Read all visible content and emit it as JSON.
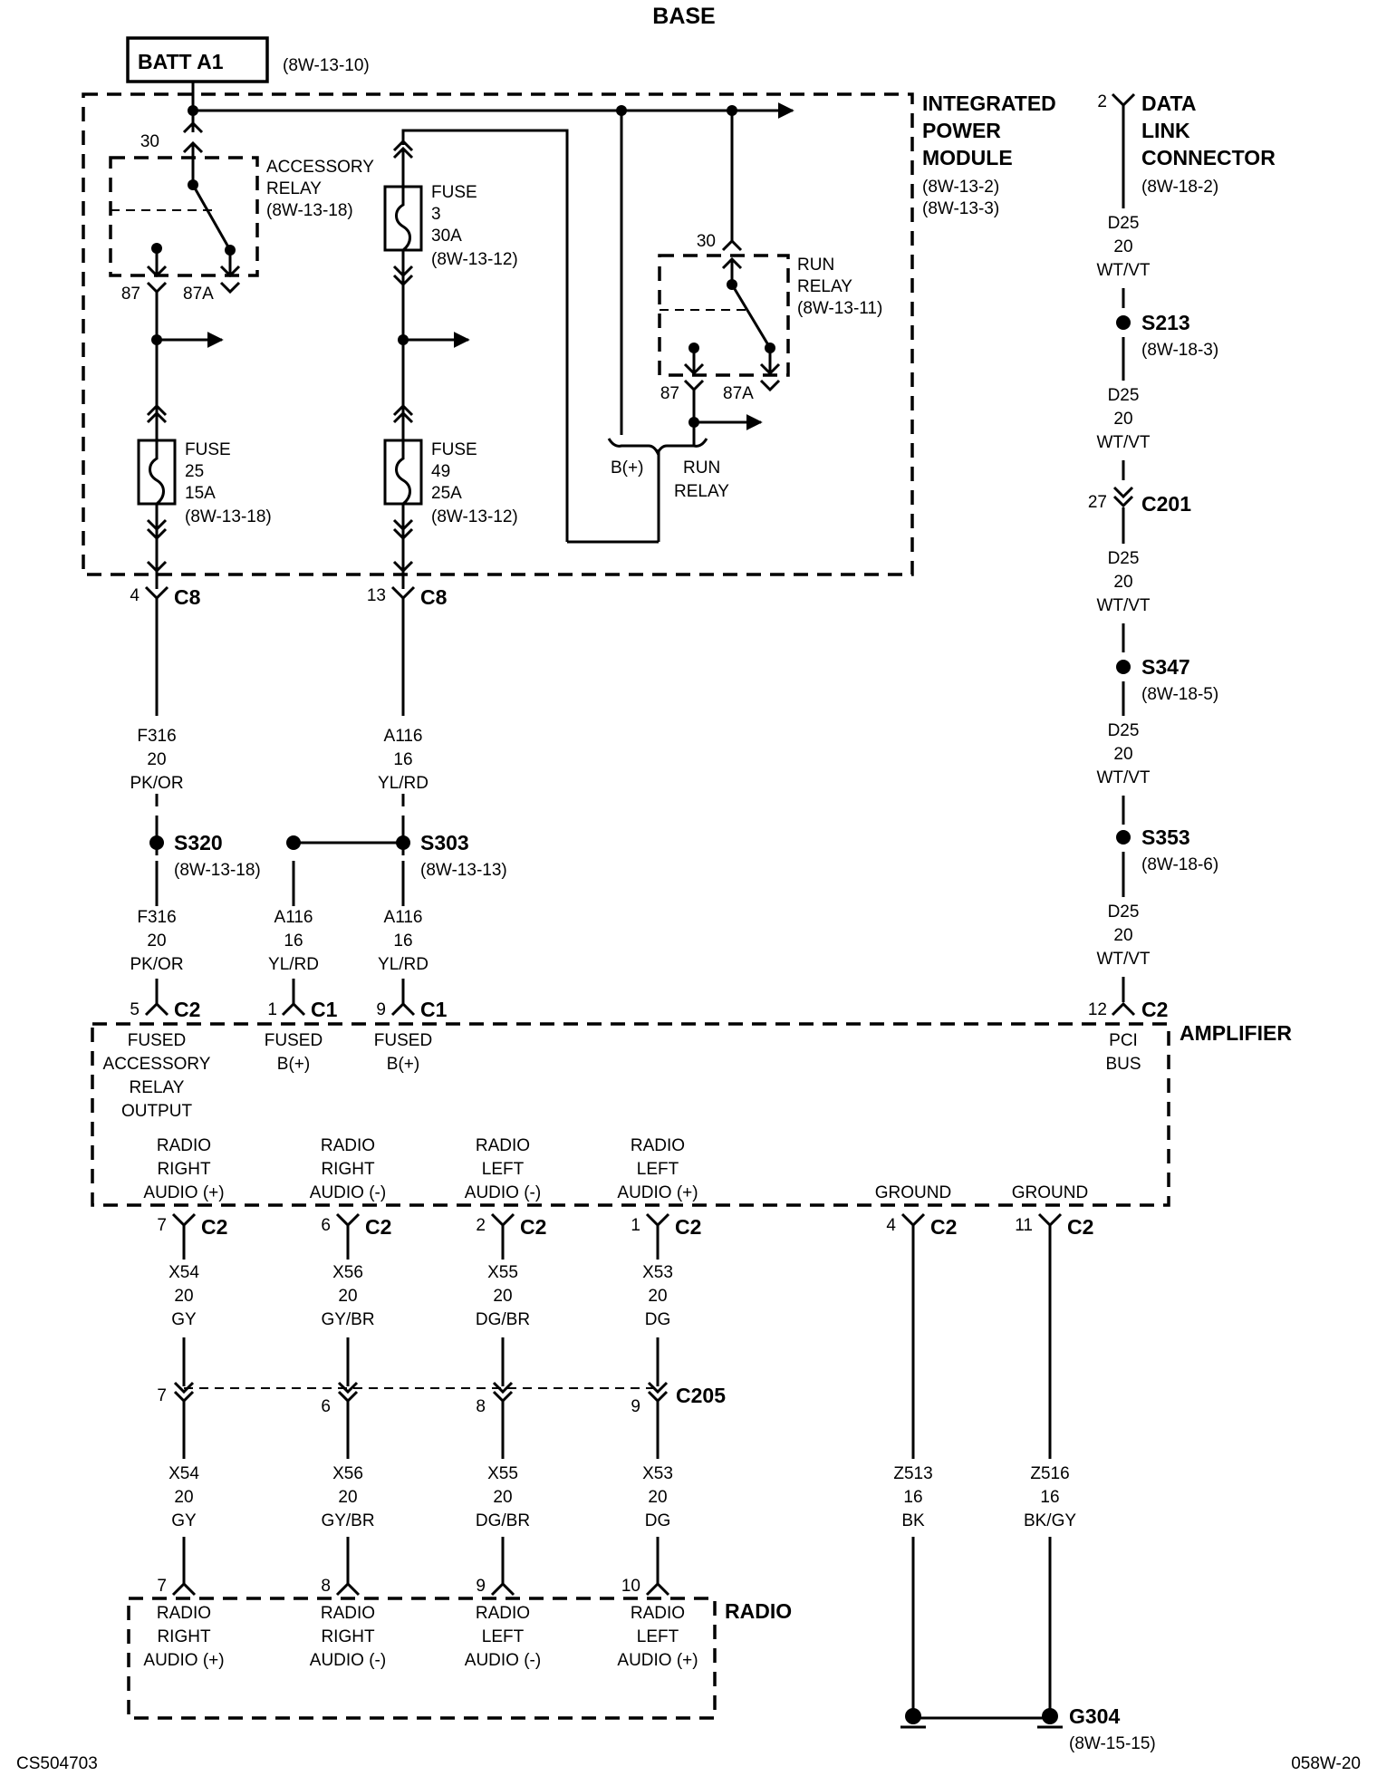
{
  "title": "BASE",
  "footer": {
    "left": "CS504703",
    "right": "058W-20"
  },
  "battery": {
    "label": "BATT A1",
    "ref": "(8W-13-10)"
  },
  "ipm": {
    "name": [
      "INTEGRATED",
      "POWER",
      "MODULE"
    ],
    "refs": [
      "(8W-13-2)",
      "(8W-13-3)"
    ]
  },
  "accessory_relay": {
    "label": [
      "ACCESSORY",
      "RELAY",
      "(8W-13-18)"
    ],
    "pin_in": "30",
    "pin_87": "87",
    "pin_87a": "87A"
  },
  "run_relay": {
    "label": [
      "RUN",
      "RELAY",
      "(8W-13-11)"
    ],
    "pin_in": "30",
    "pin_87": "87",
    "pin_87a": "87A"
  },
  "run_relay_out": {
    "bplus": "B(+)",
    "label": [
      "RUN",
      "RELAY"
    ]
  },
  "fuses": [
    {
      "id": "fuse3",
      "lines": [
        "FUSE",
        "3",
        "30A",
        "(8W-13-12)"
      ]
    },
    {
      "id": "fuse25",
      "lines": [
        "FUSE",
        "25",
        "15A",
        "(8W-13-18)"
      ]
    },
    {
      "id": "fuse49",
      "lines": [
        "FUSE",
        "49",
        "25A",
        "(8W-13-12)"
      ]
    }
  ],
  "c8": [
    {
      "pin": "4",
      "name": "C8"
    },
    {
      "pin": "13",
      "name": "C8"
    }
  ],
  "wires": {
    "f316_a": [
      "F316",
      "20",
      "PK/OR"
    ],
    "a116_a": [
      "A116",
      "16",
      "YL/RD"
    ],
    "f316_b": [
      "F316",
      "20",
      "PK/OR"
    ],
    "a116_b": [
      "A116",
      "16",
      "YL/RD"
    ],
    "a116_c": [
      "A116",
      "16",
      "YL/RD"
    ],
    "d25_1": [
      "D25",
      "20",
      "WT/VT"
    ],
    "d25_2": [
      "D25",
      "20",
      "WT/VT"
    ],
    "d25_3": [
      "D25",
      "20",
      "WT/VT"
    ],
    "d25_4": [
      "D25",
      "20",
      "WT/VT"
    ],
    "d25_5": [
      "D25",
      "20",
      "WT/VT"
    ],
    "x54_a": [
      "X54",
      "20",
      "GY"
    ],
    "x56_a": [
      "X56",
      "20",
      "GY/BR"
    ],
    "x55_a": [
      "X55",
      "20",
      "DG/BR"
    ],
    "x53_a": [
      "X53",
      "20",
      "DG"
    ],
    "x54_b": [
      "X54",
      "20",
      "GY"
    ],
    "x56_b": [
      "X56",
      "20",
      "GY/BR"
    ],
    "x55_b": [
      "X55",
      "20",
      "DG/BR"
    ],
    "x53_b": [
      "X53",
      "20",
      "DG"
    ],
    "z513": [
      "Z513",
      "16",
      "BK"
    ],
    "z516": [
      "Z516",
      "16",
      "BK/GY"
    ]
  },
  "splices": [
    {
      "name": "S320",
      "ref": "(8W-13-18)"
    },
    {
      "name": "S303",
      "ref": "(8W-13-13)"
    },
    {
      "name": "S213",
      "ref": "(8W-18-3)"
    },
    {
      "name": "S347",
      "ref": "(8W-18-5)"
    },
    {
      "name": "S353",
      "ref": "(8W-18-6)"
    }
  ],
  "dlc": {
    "pin": "2",
    "label": [
      "DATA",
      "LINK",
      "CONNECTOR"
    ],
    "ref": "(8W-18-2)"
  },
  "c201": {
    "pin": "27",
    "name": "C201"
  },
  "amplifier": {
    "name": "AMPLIFIER",
    "inputs": [
      {
        "pin": "5",
        "conn": "C2",
        "label": [
          "FUSED",
          "ACCESSORY",
          "RELAY",
          "OUTPUT"
        ]
      },
      {
        "pin": "1",
        "conn": "C1",
        "label": [
          "FUSED",
          "B(+)"
        ]
      },
      {
        "pin": "9",
        "conn": "C1",
        "label": [
          "FUSED",
          "B(+)"
        ]
      },
      {
        "pin": "12",
        "conn": "C2",
        "label": [
          "PCI",
          "BUS"
        ]
      }
    ],
    "outputs": [
      {
        "pin": "7",
        "conn": "C2",
        "label": [
          "RADIO",
          "RIGHT",
          "AUDIO (+)"
        ]
      },
      {
        "pin": "6",
        "conn": "C2",
        "label": [
          "RADIO",
          "RIGHT",
          "AUDIO (-)"
        ]
      },
      {
        "pin": "2",
        "conn": "C2",
        "label": [
          "RADIO",
          "LEFT",
          "AUDIO (-)"
        ]
      },
      {
        "pin": "1",
        "conn": "C2",
        "label": [
          "RADIO",
          "LEFT",
          "AUDIO (+)"
        ]
      },
      {
        "pin": "4",
        "conn": "C2",
        "label": [
          "GROUND"
        ]
      },
      {
        "pin": "11",
        "conn": "C2",
        "label": [
          "GROUND"
        ]
      }
    ]
  },
  "c205": {
    "name": "C205",
    "pins": [
      "7",
      "6",
      "8",
      "9"
    ]
  },
  "radio": {
    "name": "RADIO",
    "pins": [
      {
        "pin": "7",
        "label": [
          "RADIO",
          "RIGHT",
          "AUDIO (+)"
        ]
      },
      {
        "pin": "8",
        "label": [
          "RADIO",
          "RIGHT",
          "AUDIO (-)"
        ]
      },
      {
        "pin": "9",
        "label": [
          "RADIO",
          "LEFT",
          "AUDIO (-)"
        ]
      },
      {
        "pin": "10",
        "label": [
          "RADIO",
          "LEFT",
          "AUDIO (+)"
        ]
      }
    ]
  },
  "ground": {
    "name": "G304",
    "ref": "(8W-15-15)"
  }
}
